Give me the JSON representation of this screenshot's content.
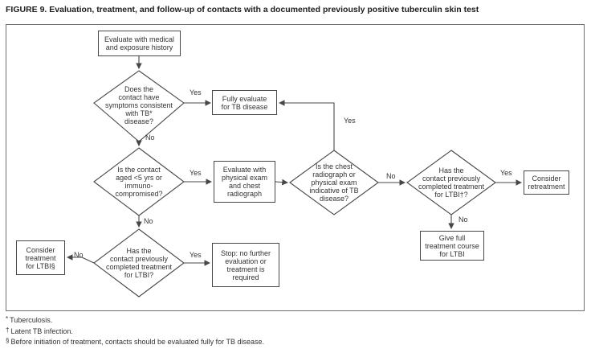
{
  "title": "FIGURE 9. Evaluation, treatment, and follow-up of contacts with a documented previously positive tuberculin skin test",
  "colors": {
    "line": "#474747",
    "text": "#333333",
    "frame": "#6e6e6e"
  },
  "nodes": {
    "evaluate_history": "Evaluate with medical\nand exposure history",
    "symptoms_diamond": "Does the\ncontact have\nsymptoms consistent\nwith TB*\ndisease?",
    "fully_evaluate": "Fully evaluate\nfor TB disease",
    "age_immuno_diamond": "Is the contact\naged <5 yrs or\nimmuno-\ncompromised?",
    "physical_exam": "Evaluate with\nphysical exam\nand chest\nradiograph",
    "radiograph_diamond": "Is the chest\nradiograph or\nphysical exam\nindicative of TB\ndisease?",
    "prior_treatment_diamond": "Has the\ncontact previously\ncompleted treatment\nfor LTBI†?",
    "consider_retreatment": "Consider\nretreatment",
    "give_full_treatment": "Give full\ntreatment course\nfor LTBI",
    "prior_treatment2_diamond": "Has the\ncontact previously\ncompleted treatment\nfor LTBI?",
    "consider_treatment": "Consider\ntreatment\nfor LTBI§",
    "stop": "Stop: no further\nevaluation or\ntreatment is\nrequired"
  },
  "edge_labels": {
    "symptoms_yes": "Yes",
    "symptoms_no": "No",
    "age_yes": "Yes",
    "age_no": "No",
    "radiograph_yes": "Yes",
    "radiograph_no": "No",
    "prior1_yes": "Yes",
    "prior1_no": "No",
    "prior2_yes": "Yes",
    "prior2_no": "No"
  },
  "footnotes": [
    {
      "marker": "*",
      "text": "Tuberculosis."
    },
    {
      "marker": "†",
      "text": "Latent TB infection."
    },
    {
      "marker": "§",
      "text": "Before initiation of treatment, contacts should be evaluated fully for TB disease."
    }
  ]
}
